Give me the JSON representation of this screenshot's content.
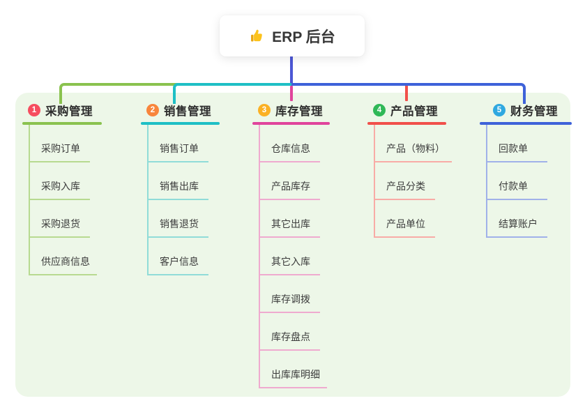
{
  "root": {
    "icon": "thumbs-up-emoji",
    "label": "ERP 后台"
  },
  "colors": {
    "page_bg": "#ffffff",
    "panel_bg": "#edf7e8",
    "stem": "#4c57d5"
  },
  "branches": [
    {
      "num": "1",
      "title": "采购管理",
      "badge_color": "#f64d5f",
      "line_color": "#8ac24f",
      "child_line_color": "#b7da90",
      "children": [
        "采购订单",
        "采购入库",
        "采购退货",
        "供应商信息"
      ]
    },
    {
      "num": "2",
      "title": "销售管理",
      "badge_color": "#f8853c",
      "line_color": "#1ebfc5",
      "child_line_color": "#90dcd8",
      "children": [
        "销售订单",
        "销售出库",
        "销售退货",
        "客户信息"
      ]
    },
    {
      "num": "3",
      "title": "库存管理",
      "badge_color": "#fbb124",
      "line_color": "#e0449c",
      "child_line_color": "#efaacf",
      "children": [
        "仓库信息",
        "产品库存",
        "其它出库",
        "其它入库",
        "库存调拨",
        "库存盘点",
        "出库库明细"
      ]
    },
    {
      "num": "4",
      "title": "产品管理",
      "badge_color": "#2fb857",
      "line_color": "#f1504b",
      "child_line_color": "#f8aba6",
      "children": [
        "产品（物料）",
        "产品分类",
        "产品单位"
      ]
    },
    {
      "num": "5",
      "title": "财务管理",
      "badge_color": "#2fa8e0",
      "line_color": "#3e62d9",
      "child_line_color": "#a0b1e9",
      "children": [
        "回款单",
        "付款单",
        "结算账户"
      ]
    }
  ]
}
